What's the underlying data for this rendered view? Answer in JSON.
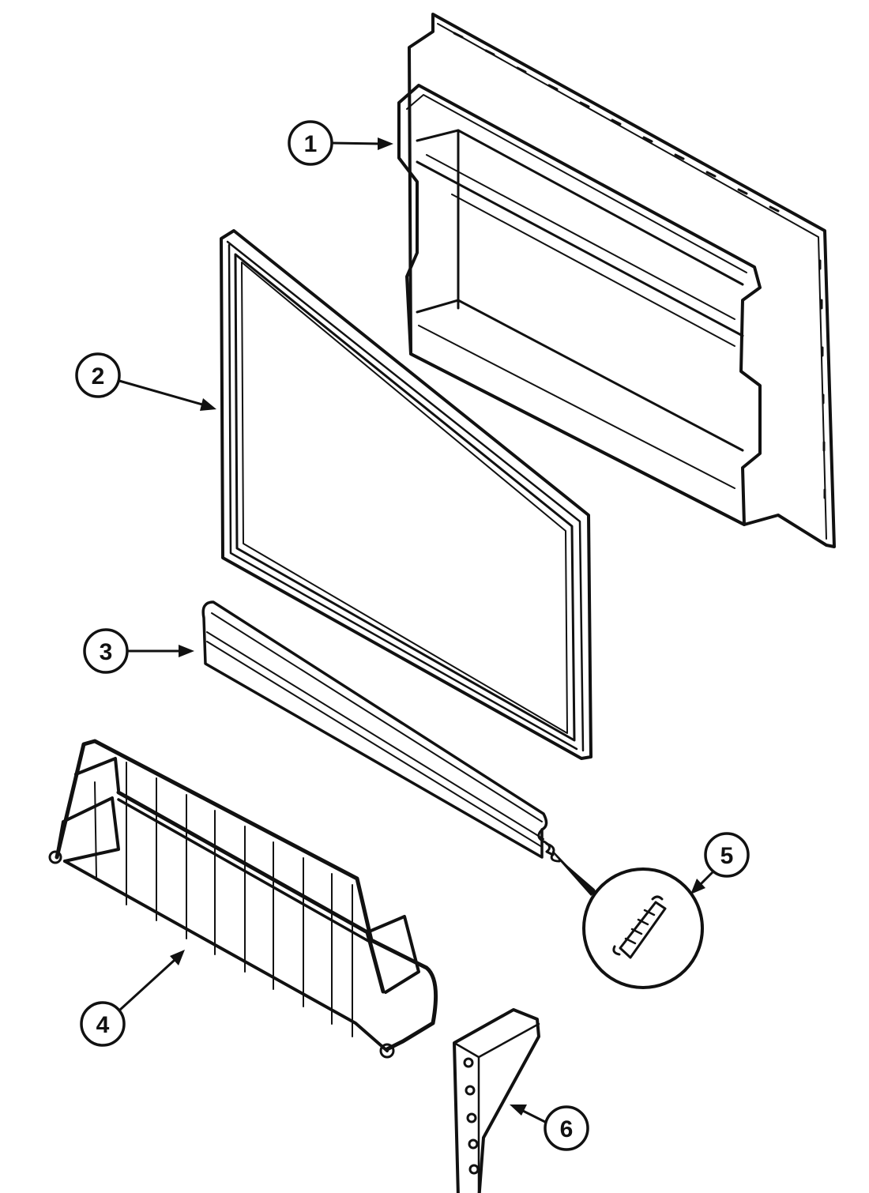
{
  "diagram": {
    "callouts": [
      {
        "id": "1",
        "label": "1"
      },
      {
        "id": "2",
        "label": "2"
      },
      {
        "id": "3",
        "label": "3"
      },
      {
        "id": "4",
        "label": "4"
      },
      {
        "id": "5",
        "label": "5"
      },
      {
        "id": "6",
        "label": "6"
      }
    ],
    "colors": {
      "ink": "#111111",
      "background": "#ffffff"
    }
  }
}
